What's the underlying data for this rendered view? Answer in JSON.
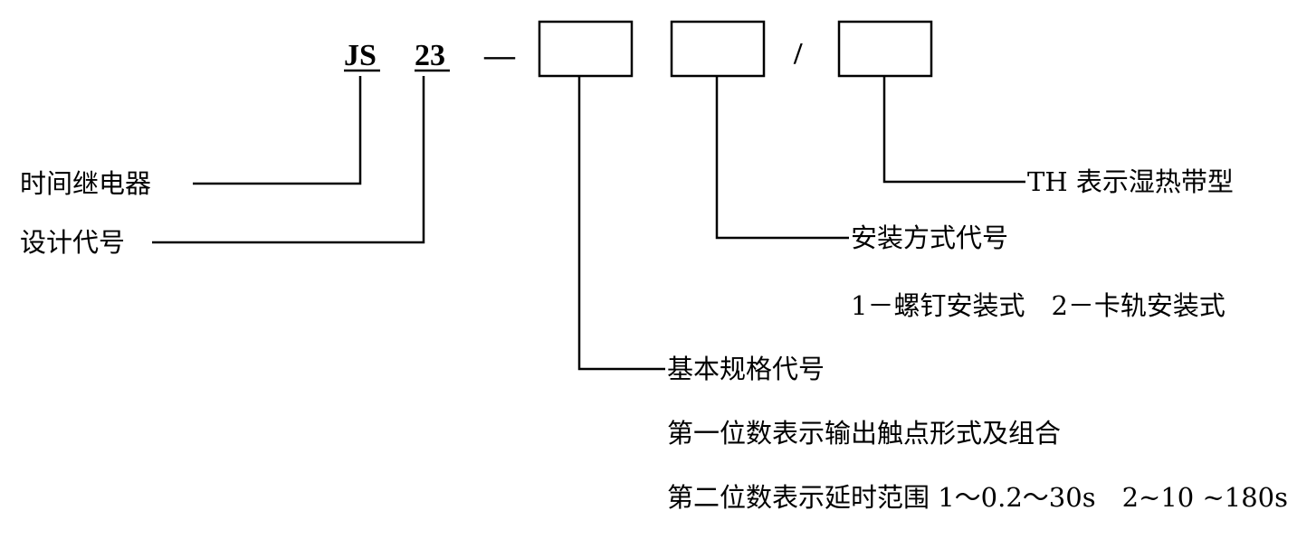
{
  "code": {
    "prefix": "JS",
    "design": "23",
    "dash": "—",
    "slash": "/"
  },
  "labels": {
    "relay": "时间继电器",
    "design_code": "设计代号",
    "th": "TH 表示湿热带型",
    "mount": "安装方式代号",
    "mount_options": "1－螺钉安装式　2－卡轨安装式",
    "basic": "基本规格代号",
    "basic_line1": "第一位数表示输出触点形式及组合",
    "basic_line2": "第二位数表示延时范围  1～0.2～30s　2~10 ~180s"
  }
}
